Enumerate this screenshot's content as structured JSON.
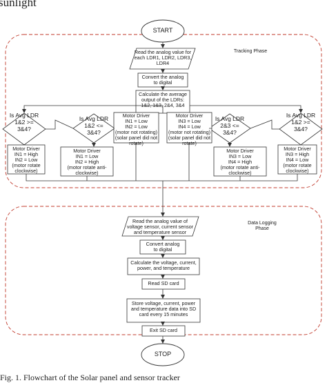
{
  "top_fragment": "sunlight",
  "caption": "Fig. 1.   Flowchart of the Solar panel and sensor tracker",
  "tracking": {
    "phase_label": "Tracking Phase",
    "start": "START",
    "read_ldr": "Read the analog value for\neach LDR1, LDR2, LDR3,\nLDR4",
    "convert": "Convert the analog\nto digital",
    "average": "Calculate the average\noutput of the LDRs:\n1&2, 1&3, 2&4, 3&4",
    "dec_left_outer": "Is Avg LDR\n1&2 >=\n3&4?",
    "dec_left_inner": "Is Avg LDR\n1&2 <=\n3&4?",
    "dec_right_inner": "Is Avg LDR\n2&3 <=\n3&4?",
    "dec_right_outer": "Is Avg LDR\n1&2 >=\n3&4?",
    "box_cw": "Motor Driver\nIN1 = High\nIN2 = Low\n(motor rotate\nclockwise)",
    "box_acw": "Motor Driver\nIN1 = Low\nIN2 = High\n(motor rotate anti-\nclockwise)",
    "box_stop_a": "Motor Driver\nIN1 = Low\nIN2 = Low\n(motor not rotating)\n(solar panel did not\nrotate)",
    "box_stop_b": "Motor Driver\nIN3 = Low\nIN4 = Low\n(motor not rotating)\n(solar panel did not\nrotate)",
    "box_acw2": "Motor Driver\nIN3 = Low\nIN4 = High\n(motor rotate anti-\nclockwise)",
    "box_cw2": "Motor Driver\nIN3 = High\nIN4 = Low\n(motor rotate\nclockwise)"
  },
  "logging": {
    "phase_label": "Data Logging\nPhase",
    "read_sensors": "Read the analog value of\nvoltage sensor, current sensor\nand temperature sensor",
    "convert": "Convert analog\nto digital",
    "calculate": "Calculate the voltage, current,\npower, and temperature",
    "read_sd": "Read SD card",
    "store": "Store voltage, current, power\nand temperature data into SD\ncard every 15 minutes",
    "exit_sd": "Exit SD card",
    "stop": "STOP"
  },
  "colors": {
    "phase_border": "#c0392b",
    "shape_stroke": "#333333"
  }
}
